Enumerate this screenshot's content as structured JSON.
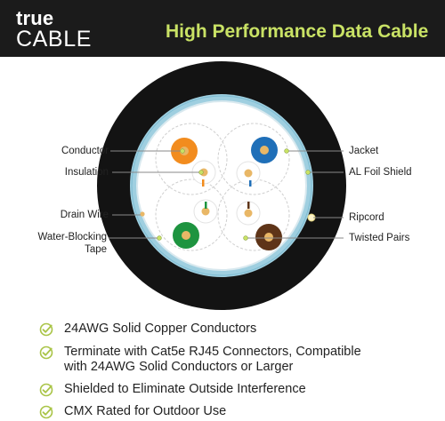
{
  "header": {
    "logo_true": "true",
    "logo_cable": "CABLE",
    "title": "High Performance Data Cable"
  },
  "labels": {
    "conductor": "Conductor",
    "insulation": "Insulation",
    "drain_wire": "Drain Wire",
    "water_blocking_line1": "Water-Blocking",
    "water_blocking_line2": "Tape",
    "jacket": "Jacket",
    "al_foil_shield": "AL Foil Shield",
    "ripcord": "Ripcord",
    "twisted_pairs": "Twisted Pairs"
  },
  "features": [
    {
      "line1": "24AWG Solid Copper Conductors",
      "line2": ""
    },
    {
      "line1": "Terminate with Cat5e RJ45 Connectors, Compatible",
      "line2": "with 24AWG Solid Conductors or Larger"
    },
    {
      "line1": "Shielded to Eliminate Outside Interference",
      "line2": ""
    },
    {
      "line1": "CMX Rated for Outdoor Use",
      "line2": ""
    }
  ],
  "colors": {
    "header_bg": "#1b1b1b",
    "accent_green": "#c9e265",
    "jacket": "#131313",
    "foil_shield": "#a9d3e3",
    "conductor_orange": "#f28c1e",
    "conductor_blue": "#1f6fb8",
    "conductor_green": "#1e9440",
    "conductor_brown": "#5e3418",
    "copper": "#e9b766",
    "check_color": "#a9c447"
  },
  "icons": [
    "check-icon"
  ]
}
